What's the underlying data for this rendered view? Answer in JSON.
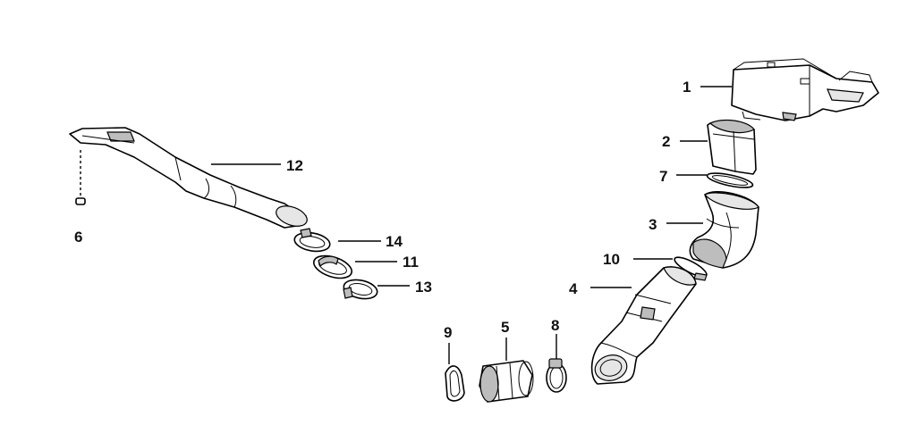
{
  "diagram": {
    "callouts": [
      {
        "id": "c1",
        "label": "1"
      },
      {
        "id": "c2",
        "label": "2"
      },
      {
        "id": "c7",
        "label": "7"
      },
      {
        "id": "c3",
        "label": "3"
      },
      {
        "id": "c10",
        "label": "10"
      },
      {
        "id": "c4",
        "label": "4"
      },
      {
        "id": "c9",
        "label": "9"
      },
      {
        "id": "c5",
        "label": "5"
      },
      {
        "id": "c8",
        "label": "8"
      },
      {
        "id": "c12",
        "label": "12"
      },
      {
        "id": "c6",
        "label": "6"
      },
      {
        "id": "c14",
        "label": "14"
      },
      {
        "id": "c11",
        "label": "11"
      },
      {
        "id": "c13",
        "label": "13"
      }
    ]
  }
}
